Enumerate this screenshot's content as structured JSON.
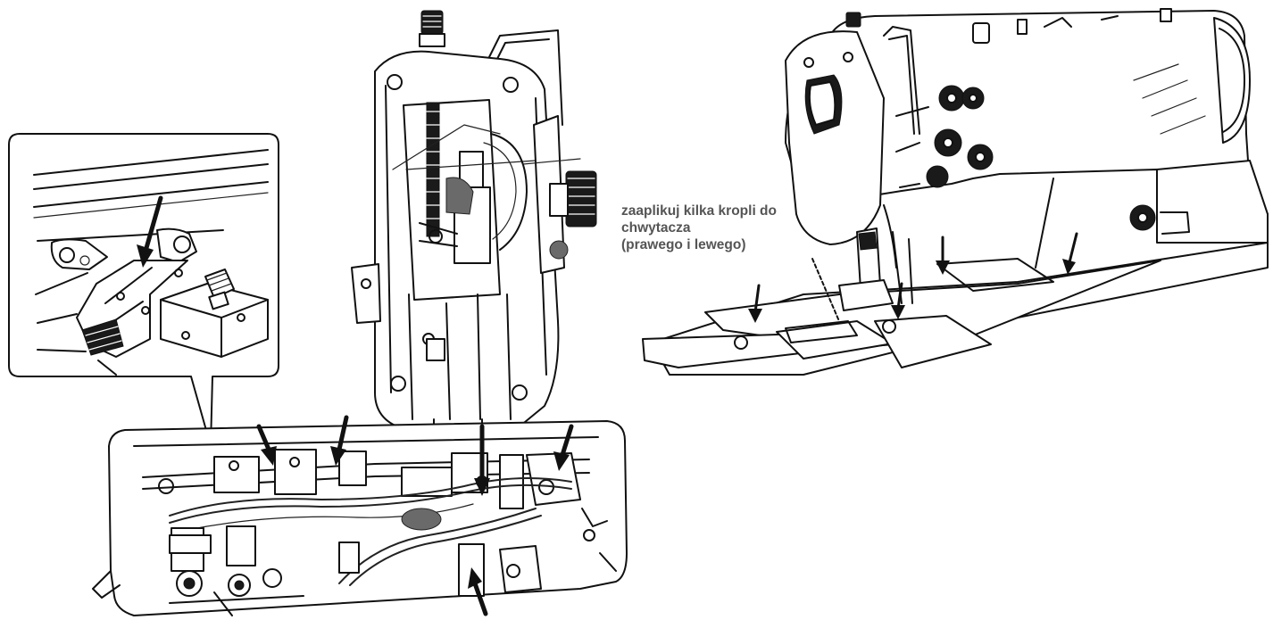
{
  "annotation": {
    "lines": [
      "zaaplikuj kilka kropli do",
      "chwytacza",
      "(prawego i lewego)"
    ]
  },
  "colors": {
    "ink": "#111111",
    "label_text": "#555555",
    "background": "#ffffff"
  }
}
